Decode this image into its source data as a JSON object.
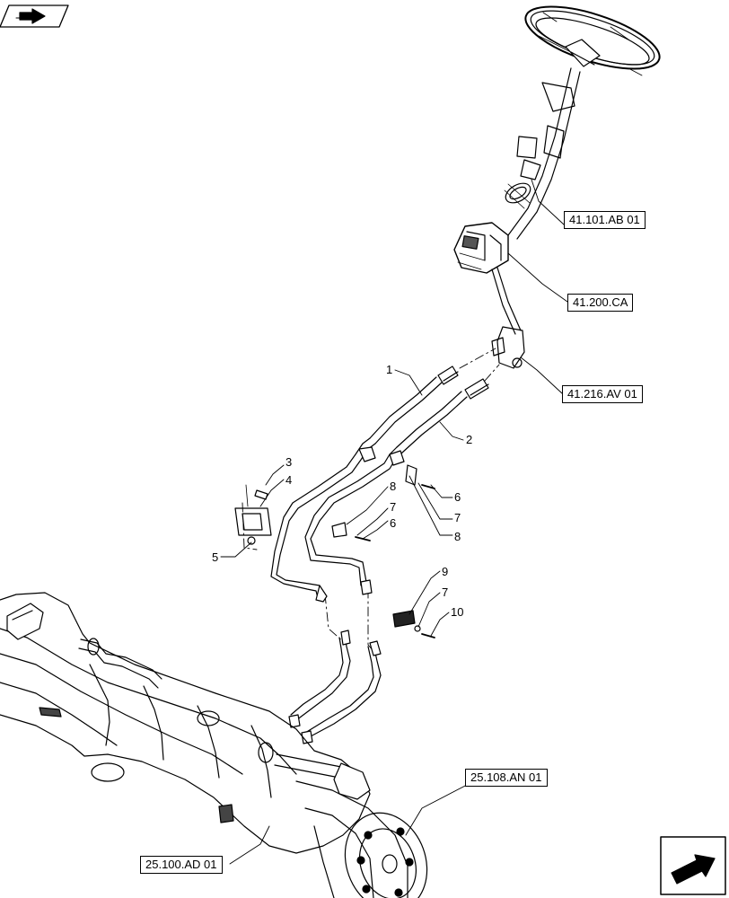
{
  "references": {
    "steering_wheel": "41.101.AB 01",
    "steering_unit": "41.200.CA",
    "valve_block": "41.216.AV 01",
    "front_axle_cylinder": "25.108.AN 01",
    "front_axle": "25.100.AD 01"
  },
  "callouts": {
    "c1": "1",
    "c2": "2",
    "c3": "3",
    "c4": "4",
    "c5": "5",
    "c6a": "6",
    "c7a": "7",
    "c8a": "8",
    "c8b": "8",
    "c7b": "7",
    "c6b": "6",
    "c9": "9",
    "c7c": "7",
    "c10": "10"
  },
  "icons": {
    "top_left": "view-indicator-icon",
    "bottom_right": "next-page-arrow-icon"
  }
}
